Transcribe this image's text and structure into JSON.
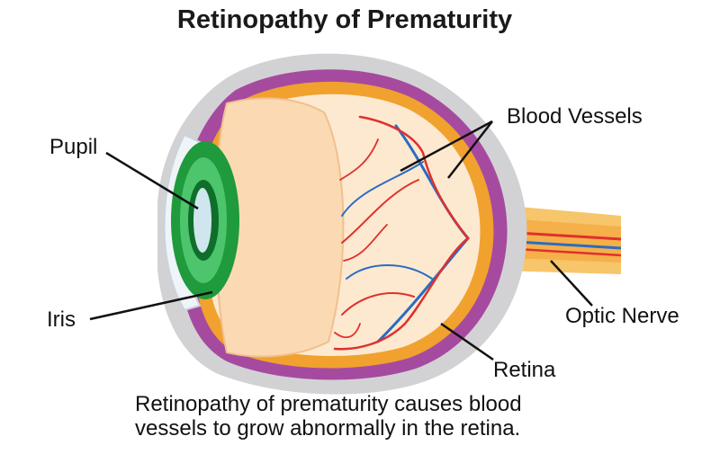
{
  "title": "Retinopathy of Prematurity",
  "labels": {
    "pupil": "Pupil",
    "iris": "Iris",
    "blood_vessels": "Blood Vessels",
    "optic_nerve": "Optic Nerve",
    "retina": "Retina"
  },
  "caption": {
    "line1": "Retinopathy of prematurity causes blood",
    "line2": "vessels to grow abnormally in the retina."
  },
  "colors": {
    "sclera_outer": "#d2d2d4",
    "choroid": "#a64aa0",
    "retina_layer": "#f1a12e",
    "vitreous": "#fde9cf",
    "lens": "#fbdab3",
    "iris": "#1f9a3c",
    "pupil": "#cfe6ee",
    "artery": "#e0302e",
    "vein": "#2a6cc4",
    "nerve": "#f5b04a"
  }
}
